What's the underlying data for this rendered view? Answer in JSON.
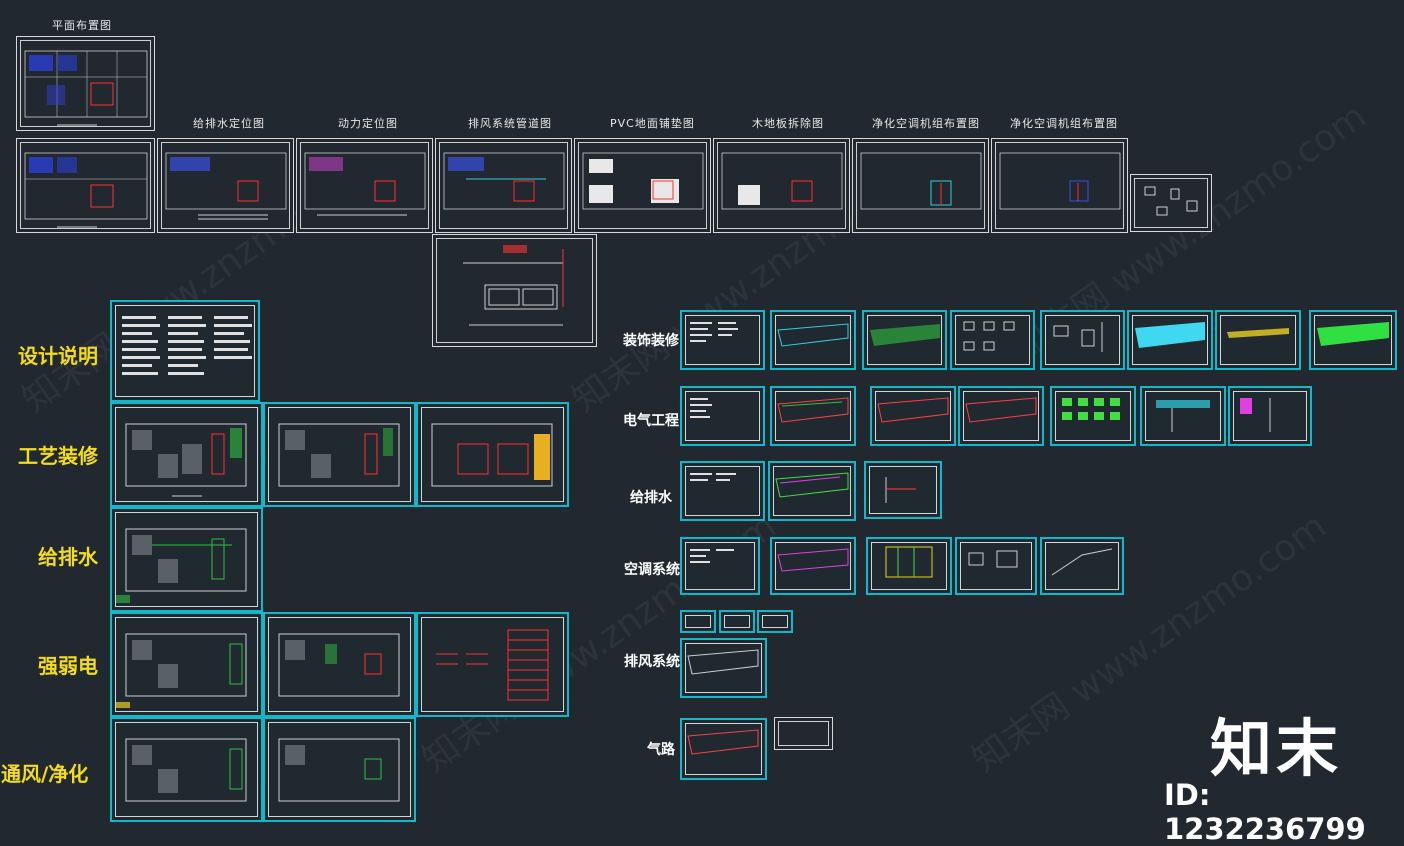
{
  "top_row": {
    "plan_label": "平面布置图",
    "titles": [
      "给排水定位图",
      "动力定位图",
      "排风系统管道图",
      "PVC地面铺垫图",
      "木地板拆除图",
      "净化空调机组布置图",
      "净化空调机组布置图"
    ]
  },
  "left_categories": [
    "设计说明",
    "工艺装修",
    "给排水",
    "强弱电",
    "通风/净化"
  ],
  "right_categories": [
    "装饰装修",
    "电气工程",
    "给排水",
    "空调系统",
    "排风系统",
    "气路"
  ],
  "watermark": {
    "logo": "知末",
    "id": "ID: 1232236799"
  },
  "colors": {
    "background": "#212830",
    "sheet_frame_cyan": "#12b7c8",
    "category_yellow": "#f2dc1c"
  }
}
